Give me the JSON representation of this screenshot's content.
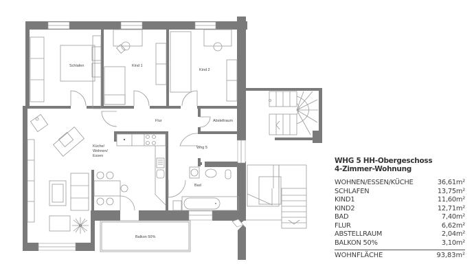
{
  "plan": {
    "rooms": {
      "schlafen": "Schlafen",
      "kind1": "Kind 1",
      "kind2": "Kind 2",
      "flur": "Flur",
      "abstellraum": "Abstellraum",
      "wohnen_line1": "Küche/",
      "wohnen_line2": "Wohnen/",
      "wohnen_line3": "Essen",
      "wohnung_label": "Whg 5",
      "bad": "Bad",
      "balkon": "Balkon 50%"
    },
    "colors": {
      "wall": "#7a7a7a",
      "furniture_line": "#9a9a9a",
      "background": "#ffffff"
    }
  },
  "legend": {
    "title_line1": "WHG 5  HH-Obergeschoss",
    "title_line2": "4-Zimmer-Wohnung",
    "rows": [
      {
        "name": "WOHNEN/ESSEN/KÜCHE",
        "value": "36,61m²"
      },
      {
        "name": "SCHLAFEN",
        "value": "13,75m²"
      },
      {
        "name": "KIND1",
        "value": "11,60m²"
      },
      {
        "name": "KIND2",
        "value": "12,71m²"
      },
      {
        "name": "BAD",
        "value": "7,40m²"
      },
      {
        "name": "FLUR",
        "value": "6,62m²"
      },
      {
        "name": "ABSTELLRAUM",
        "value": "2,04m²"
      },
      {
        "name": "BALKON 50%",
        "value": "3,10m²"
      }
    ],
    "total": {
      "name": "WOHNFLÄCHE",
      "value": "93,83m²"
    }
  }
}
